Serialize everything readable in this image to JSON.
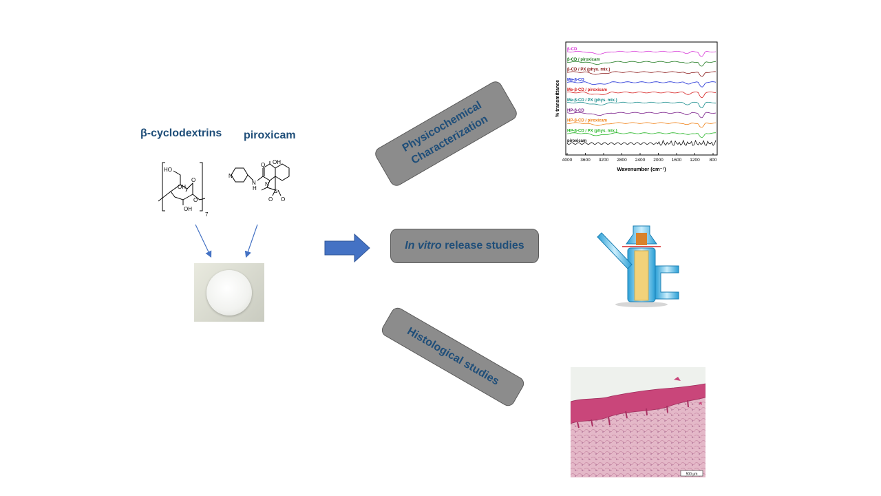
{
  "labels": {
    "cyclodextrins": "β-cyclodextrins",
    "piroxicam": "piroxicam"
  },
  "boxes": {
    "physicochemical_line1": "Physicochemical",
    "physicochemical_line2": "Characterization",
    "invitro_italic": "In vitro",
    "invitro_rest": " release studies",
    "histological": "Histological studies"
  },
  "molecules": {
    "cd_HO": "HO",
    "cd_OH_a": "OH",
    "cd_OH_b": "OH",
    "cd_O_ring": "O",
    "cd_O_link": "O",
    "cd_n": "7",
    "px_OH": "OH",
    "px_N_py": "N",
    "px_NH_N": "N",
    "px_NH_H": "H",
    "px_O_carbonyl": "O",
    "px_N_ring": "N",
    "px_S": "S",
    "px_O1": "O",
    "px_O2": "O"
  },
  "spectrum": {
    "ylabel": "% transmittance",
    "xlabel": "Wavenumber (cm⁻¹)",
    "ticks": [
      "4000",
      "3600",
      "3200",
      "2800",
      "2400",
      "2000",
      "1600",
      "1200",
      "800"
    ],
    "series": [
      {
        "name": "β-CD",
        "color": "#d633d6"
      },
      {
        "name": "β-CD / piroxicam",
        "color": "#1f7a1f"
      },
      {
        "name": "β-CD / PX (phys. mix.)",
        "color": "#8b1a1a"
      },
      {
        "name": "Me-β-CD",
        "color": "#1f2fd6"
      },
      {
        "name": "Me-β-CD / piroxicam",
        "color": "#d62020"
      },
      {
        "name": "Me-β-CD / PX (phys. mix.)",
        "color": "#138a8a"
      },
      {
        "name": "HP-β-CD",
        "color": "#7a1f8a"
      },
      {
        "name": "HP-β-CD / piroxicam",
        "color": "#f07f12"
      },
      {
        "name": "HP-β-CD / PX (phys. mix.)",
        "color": "#26b526"
      },
      {
        "name": "piroxicam",
        "color": "#111111"
      }
    ]
  },
  "histology": {
    "scale_bar": "500 µm"
  },
  "colors": {
    "title_blue": "#1f4e79",
    "box_gray": "#8c8c8c",
    "arrow_blue": "#4472c4"
  }
}
